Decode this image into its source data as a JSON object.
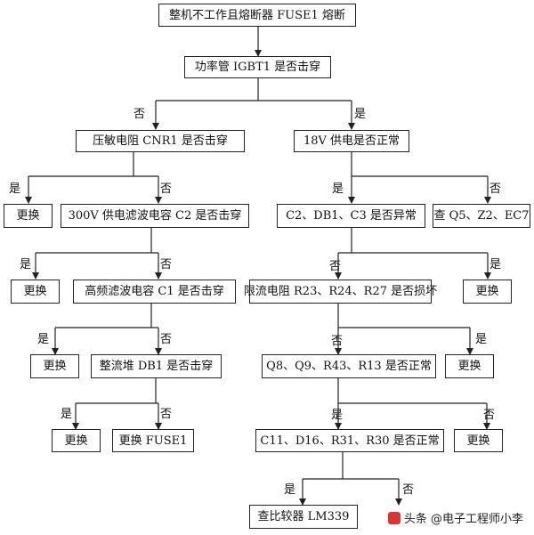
{
  "nodes": {
    "n_start": "整机不工作且熔断器 FUSE1 熔断",
    "n_igbt": "功率管 IGBT1 是否击穿",
    "n_cnr1": "压敏电阻 CNR1 是否击穿",
    "n_18v": "18V 供电是否正常",
    "n_rep1": "更换",
    "n_c2": "300V 供电滤波电容 C2 是否击穿",
    "n_c2db1c3": "C2、DB1、C3 是否异常",
    "n_q5": "查 Q5、Z2、EC7",
    "n_rep2": "更换",
    "n_c1": "高频滤波电容 C1 是否击穿",
    "n_r23": "限流电阻 R23、R24、R27 是否损坏",
    "n_rep3": "更换",
    "n_rep4": "更换",
    "n_db1": "整流堆 DB1 是否击穿",
    "n_q8": "Q8、Q9、R43、R13 是否正常",
    "n_rep5": "更换",
    "n_rep6": "更换",
    "n_fuse": "更换 FUSE1",
    "n_c11": "C11、D16、R31、R30 是否正常",
    "n_rep7": "更换",
    "n_lm339": "查比较器 LM339"
  },
  "labels": {
    "yes": "是",
    "no": "否"
  },
  "watermark": {
    "text": "头条 @电子工程师小李"
  },
  "colors": {
    "line": "#222222",
    "border": "#222222",
    "background": "#ffffff"
  }
}
